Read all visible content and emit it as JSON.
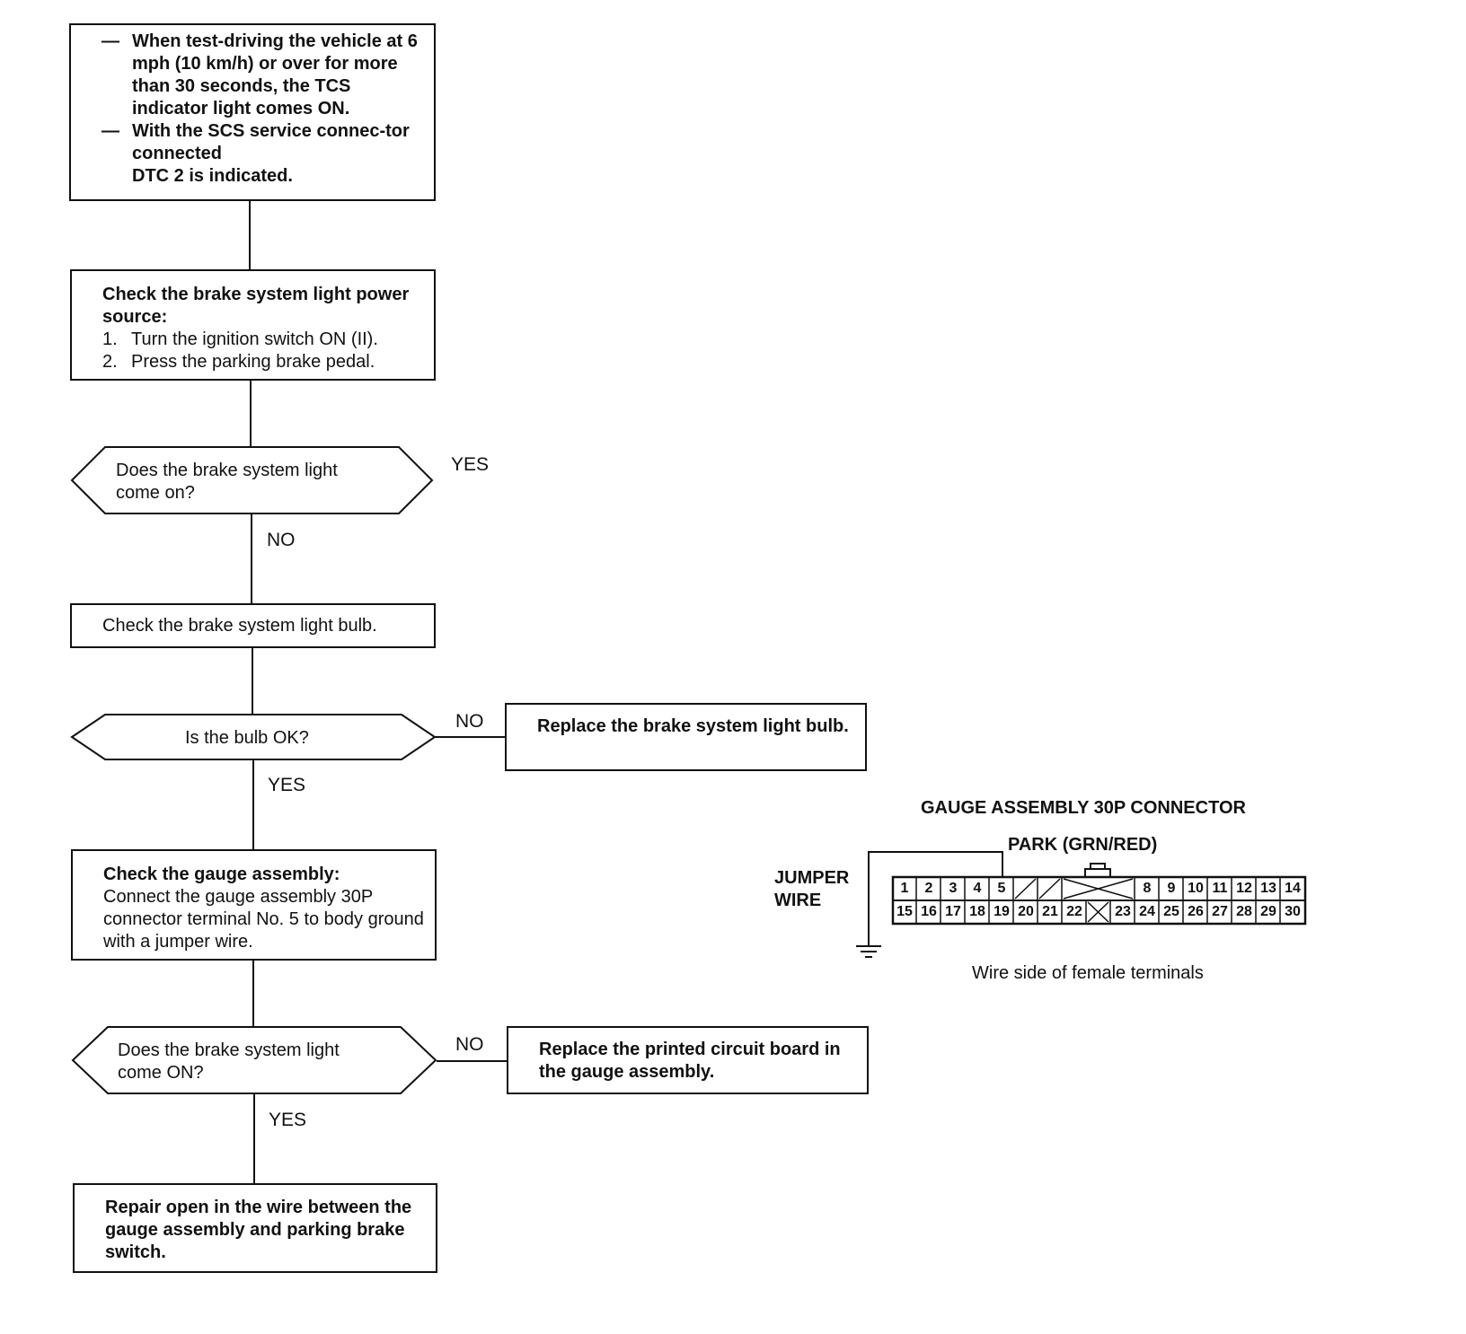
{
  "box1": {
    "bullets": [
      "When test-driving the vehicle at 6 mph (10 km/h) or over for more than 30 seconds, the TCS indicator light comes ON.",
      "With the SCS service connec-tor connected"
    ],
    "dtc": "DTC 2 is indicated."
  },
  "box2": {
    "heading": "Check the brake system light power source:",
    "steps": [
      "Turn the ignition switch ON (II).",
      "Press the parking brake pedal."
    ],
    "step_numbers": [
      "1.",
      "2."
    ]
  },
  "dec1": {
    "text": "Does the brake system light come on?",
    "yes": "YES",
    "no": "NO"
  },
  "box3": {
    "text": "Check the brake system light bulb."
  },
  "dec2": {
    "text": "Is the bulb OK?",
    "no": "NO",
    "yes": "YES"
  },
  "box_replace_bulb": {
    "text": "Replace the brake system light bulb."
  },
  "box4": {
    "heading": "Check the gauge assembly:",
    "text": "Connect the gauge assembly 30P connector terminal No. 5 to body ground with a jumper wire."
  },
  "dec3": {
    "text": "Does the brake system light come ON?",
    "no": "NO",
    "yes": "YES"
  },
  "box_replace_pcb": {
    "text": "Replace the printed circuit board in the gauge assembly."
  },
  "box5": {
    "text": "Repair open in the wire between the gauge assembly and parking brake switch."
  },
  "connector": {
    "title": "GAUGE ASSEMBLY 30P CONNECTOR",
    "park_label": "PARK (GRN/RED)",
    "jumper_label": "JUMPER WIRE",
    "caption": "Wire side of female terminals",
    "top_row": [
      "1",
      "2",
      "3",
      "4",
      "5",
      "",
      "",
      "",
      "",
      "",
      "8",
      "9",
      "10",
      "11",
      "12",
      "13",
      "14"
    ],
    "bottom_row": [
      "15",
      "16",
      "17",
      "18",
      "19",
      "20",
      "21",
      "22",
      "",
      "23",
      "24",
      "25",
      "26",
      "27",
      "28",
      "29",
      "30"
    ]
  }
}
